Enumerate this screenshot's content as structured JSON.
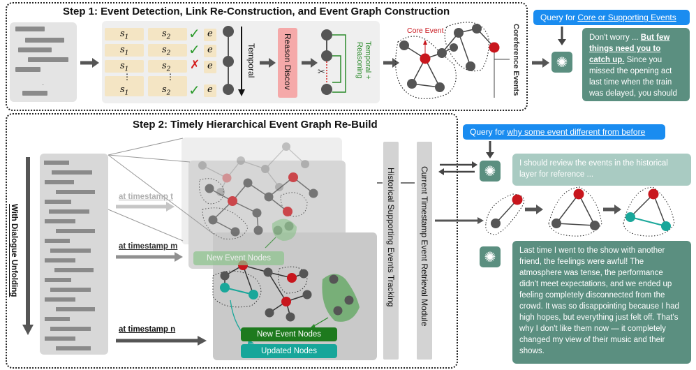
{
  "step1": {
    "title": "Step 1: Event Detection, Link Re-Construction, and Event Graph Construction"
  },
  "step2": {
    "title": "Step 2: Timely Hierarchical Event Graph Re-Build"
  },
  "table": {
    "s1": "s",
    "s2": "s",
    "e": "e",
    "dots": "⋮"
  },
  "labels": {
    "temporal": "Temporal",
    "reason_discov": "Reason Discov",
    "temporal_reasoning": "Temporal + Reasoning",
    "core_event": "Core Event",
    "coreference_events": "Coreference Events",
    "with_dialogue_unfolding": "With Dialogue Unfolding",
    "at_timestamp_t": "at timestamp t",
    "at_timestamp_m": "at timestamp m",
    "at_timestamp_n": "at timestamp n",
    "new_event_nodes_faded": "New Event Nodes",
    "new_event_nodes": "New Event Nodes",
    "updated_nodes": "Updated Nodes",
    "historical_tracking": "Historical Supporting Events Tracking",
    "current_retrieval": "Current Timestamp Event Retrieval Module"
  },
  "query1": {
    "prefix": "Query for ",
    "link": "Core or Supporting Events"
  },
  "query2": {
    "prefix": "Query for ",
    "link": "why some event different from before"
  },
  "response1": {
    "pre": "Don't worry ... ",
    "bold": "But few things need you to catch up.",
    "post": " Since you missed the opening act last time when the train was delayed, you should ..."
  },
  "response2": {
    "text": "I should review the events in the historical layer for reference ..."
  },
  "response3": {
    "text": "Last time I went to the show with another friend, the feelings were awful! The atmosphere was tense, the performance didn't meet expectations, and we ended up feeling completely disconnected from the crowd. It was so disappointing because I had high hopes, but everything just felt off. That's why I don't like them now — it completely changed my view of their music and their shows."
  },
  "icons": {
    "chatgpt": "chatgpt-logo-icon",
    "check": "✓",
    "cross": "✗",
    "scissors": "✂"
  },
  "colors": {
    "red_node": "#c8161d",
    "gray_node": "#555555",
    "teal_node": "#1aa79a",
    "query_blue": "#1a8cf0",
    "response_green": "#5b8f80",
    "dark_green_btn": "#1e7a1e",
    "teal_btn": "#17a69a"
  }
}
